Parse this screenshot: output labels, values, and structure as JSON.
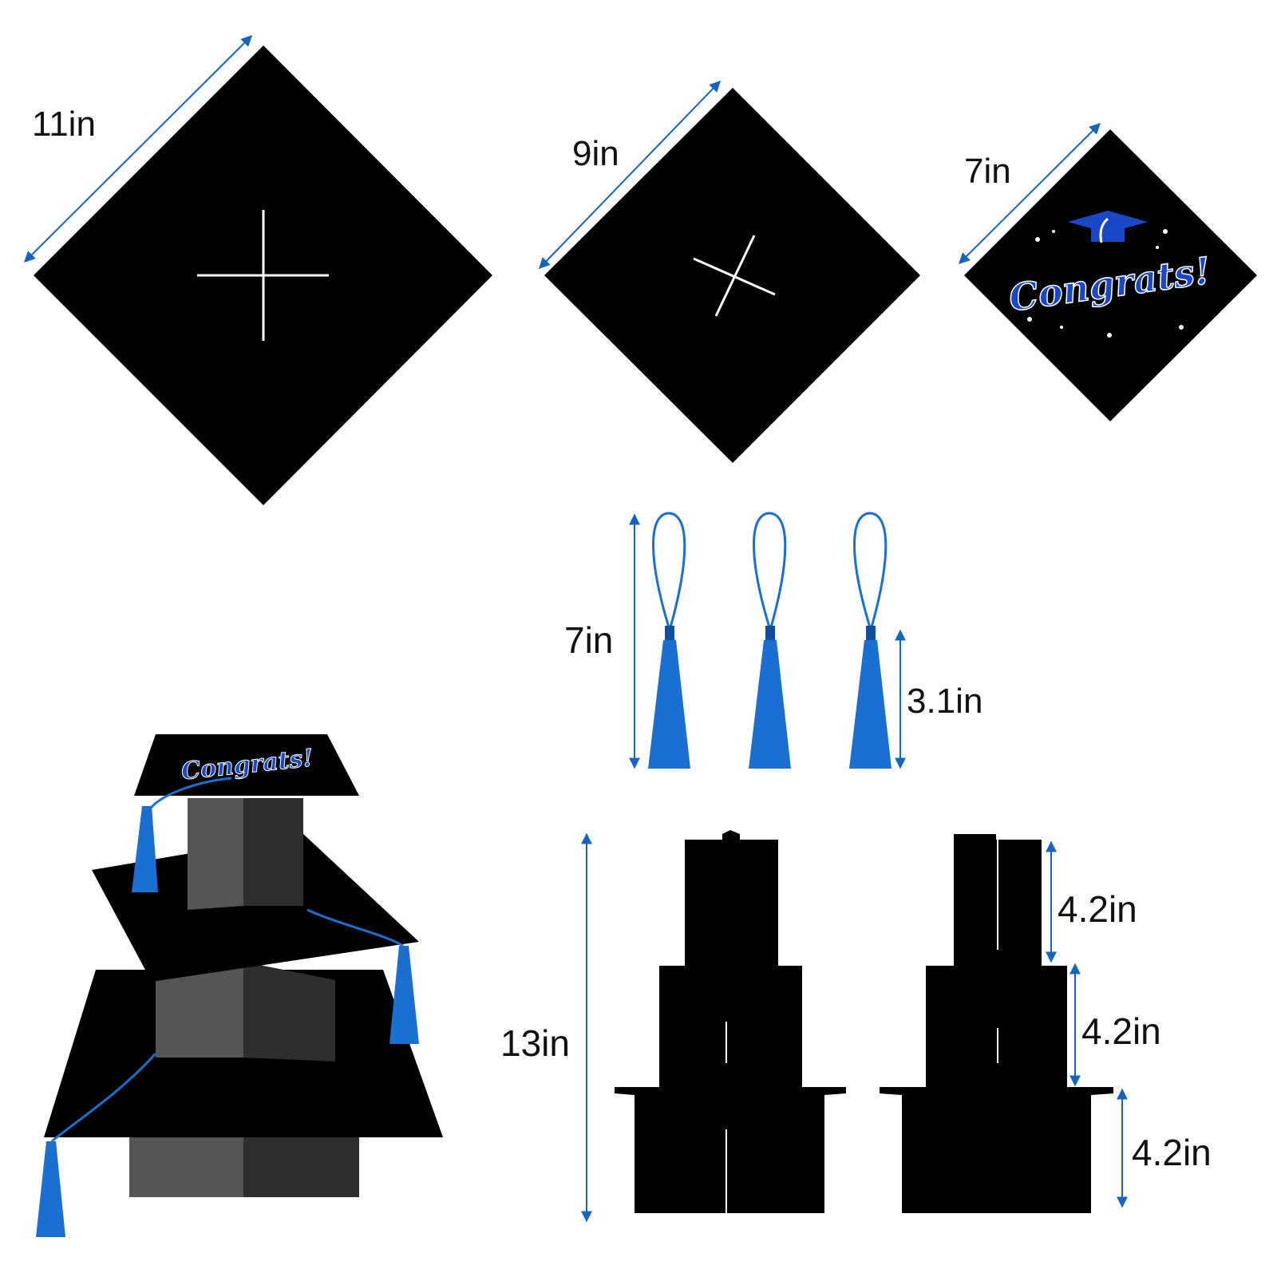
{
  "colors": {
    "board": "#000000",
    "accent_blue": "#1565c0",
    "tassel_blue": "#1a6fd0",
    "slot_white": "#ffffff",
    "panel_dark": "#3a3a3a",
    "panel_mid": "#555555"
  },
  "boards": {
    "large": {
      "label": "11in",
      "mark": "plus-slot"
    },
    "medium": {
      "label": "9in",
      "mark": "x-slot"
    },
    "small": {
      "label": "7in",
      "artwork_text": "Congrats!",
      "mark": "graduation-cap-icon"
    }
  },
  "tassels": {
    "count": 3,
    "total_length_label": "7in",
    "tassel_length_label": "3.1in"
  },
  "supports": {
    "height_label": "13in",
    "tier_labels": [
      "4.2in",
      "4.2in",
      "4.2in"
    ]
  },
  "assembled_stand": {
    "artwork_text": "Congrats!"
  }
}
